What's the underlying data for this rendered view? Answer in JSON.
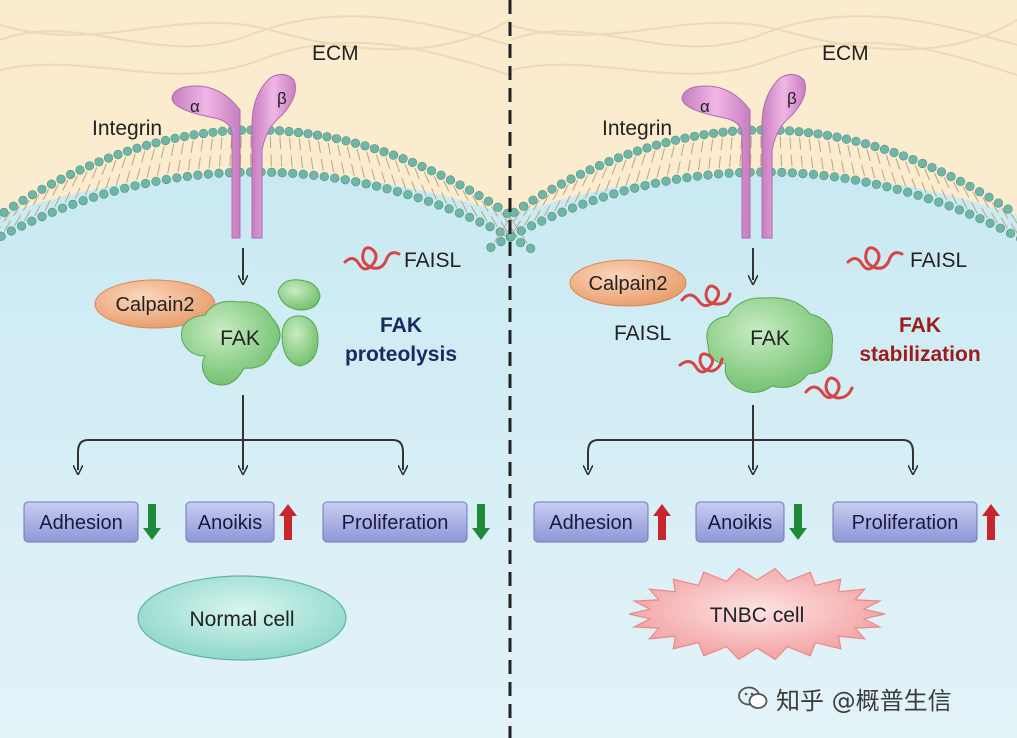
{
  "left_panel": {
    "ecm": "ECM",
    "integrin": "Integrin",
    "alpha": "α",
    "beta": "β",
    "faisl": "FAISL",
    "calpain": "Calpain2",
    "fak": "FAK",
    "outcome_line1": "FAK",
    "outcome_line2": "proteolysis",
    "outcome_color": "#1b2a63",
    "effects": [
      {
        "label": "Adhesion",
        "direction": "down"
      },
      {
        "label": "Anoikis",
        "direction": "up"
      },
      {
        "label": "Proliferation",
        "direction": "down"
      }
    ],
    "cell": "Normal cell"
  },
  "right_panel": {
    "ecm": "ECM",
    "integrin": "Integrin",
    "alpha": "α",
    "beta": "β",
    "faisl": "FAISL",
    "calpain": "Calpain2",
    "faisl_bound": "FAISL",
    "fak": "FAK",
    "outcome_line1": "FAK",
    "outcome_line2": "stabilization",
    "outcome_color": "#9b1c1c",
    "effects": [
      {
        "label": "Adhesion",
        "direction": "up"
      },
      {
        "label": "Anoikis",
        "direction": "down"
      },
      {
        "label": "Proliferation",
        "direction": "up"
      }
    ],
    "cell": "TNBC cell"
  },
  "watermark": "知乎 @概普生信",
  "colors": {
    "ecm": "#fbecd0",
    "cytoplasm": "#dcf0f6",
    "membrane_head": "#6fb6a6",
    "integrin": "#d98fcf",
    "fak": "#8fd08a",
    "calpain": "#f2b489",
    "faisl": "#d94b4b",
    "effect_box": "#9aa2dc",
    "arrow_up": "#c8262c",
    "arrow_down": "#1f8a3a",
    "normal_cell": "#a8e3d8",
    "tnbc_cell": "#f7b9b9"
  }
}
